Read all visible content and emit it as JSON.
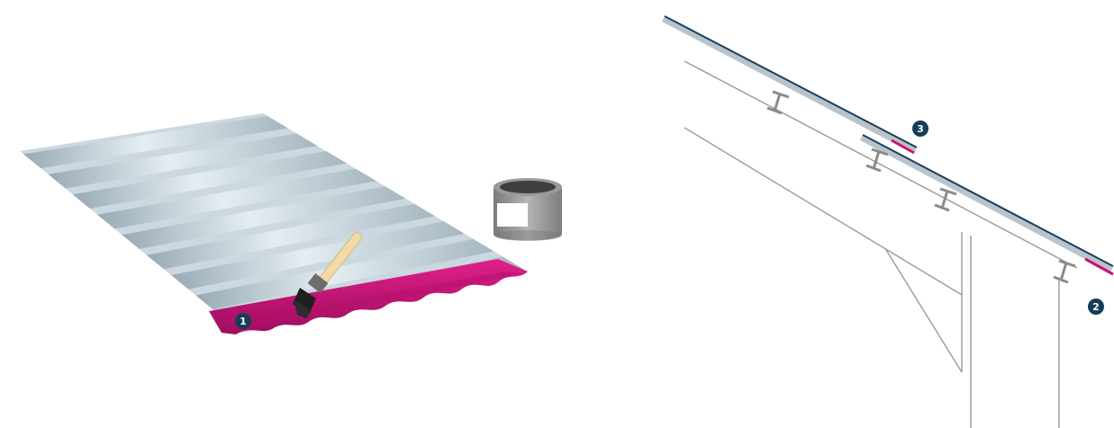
{
  "colors": {
    "background": "#ffffff",
    "sheet_light": "#dbe6ec",
    "sheet_mid": "#b7c6cf",
    "sheet_dark": "#93a4ae",
    "primer_magenta": "#cc1177",
    "primer_magenta_dark": "#8e0a52",
    "roof_top_navy": "#1d3f5a",
    "roof_sheet_gray": "#b8c4cc",
    "purlin_gray": "#8a8a8a",
    "frame_line": "#9a9a9a",
    "badge_fill": "#153d57",
    "can_gray": "#8c8c8c",
    "can_dark": "#4a4a4a",
    "brush_handle": "#f1d9a8",
    "brush_bristles": "#1f1f1f"
  },
  "icons": {
    "corrugated_sheet": "corrugated-sheet-icon",
    "paint_brush": "paint-brush-icon",
    "paint_can": "paint-can-icon"
  },
  "callouts": [
    {
      "id": "1",
      "label": "1"
    },
    {
      "id": "2",
      "label": "2"
    },
    {
      "id": "3",
      "label": "3"
    }
  ]
}
